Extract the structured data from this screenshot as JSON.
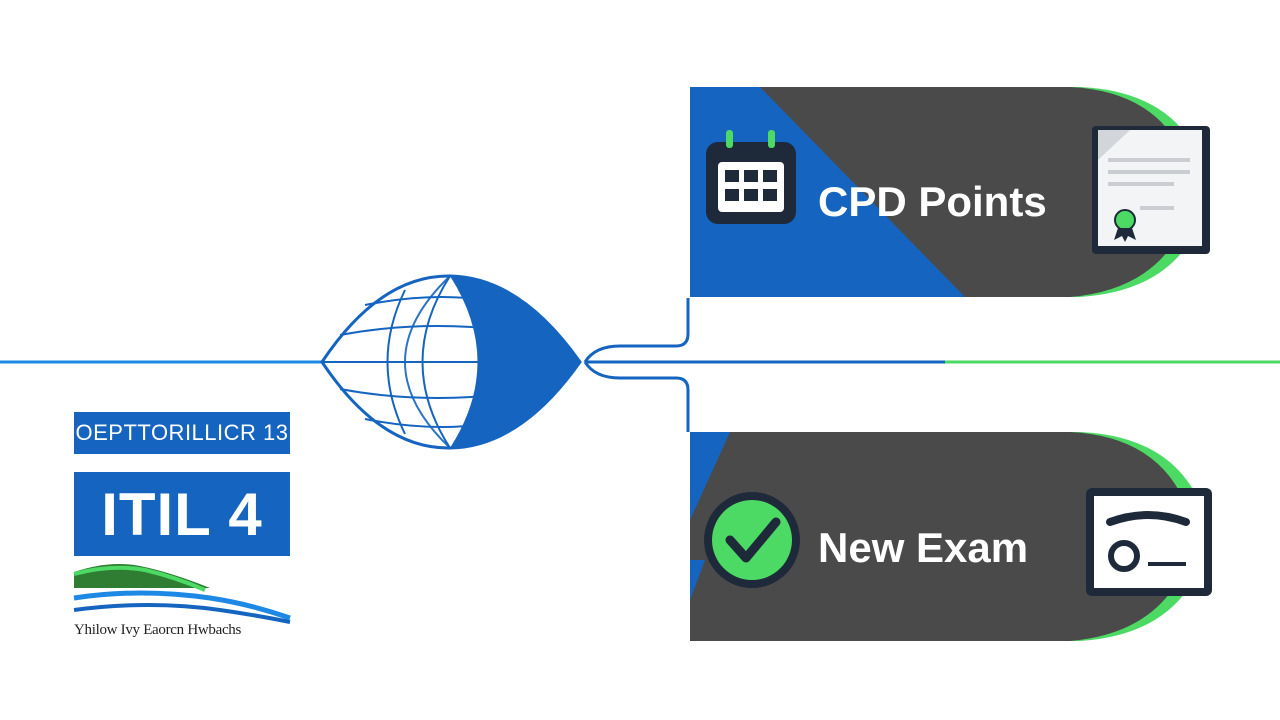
{
  "branding": {
    "top_label": "OEPTTORILLICR 13",
    "main_label": "ITIL 4",
    "caption": "Yhilow Ivy Eaorcn Hwbachs"
  },
  "cards": {
    "cpd": {
      "label": "CPD Points",
      "icon": "calendar-icon",
      "doc_icon": "certificate-document-icon"
    },
    "exam": {
      "label": "New Exam",
      "icon": "checkmark-circle-icon",
      "doc_icon": "id-card-icon"
    }
  },
  "colors": {
    "blue": "#1565c0",
    "green": "#4cd964",
    "dark": "#4a4a4a",
    "navy": "#1e2a3a"
  }
}
